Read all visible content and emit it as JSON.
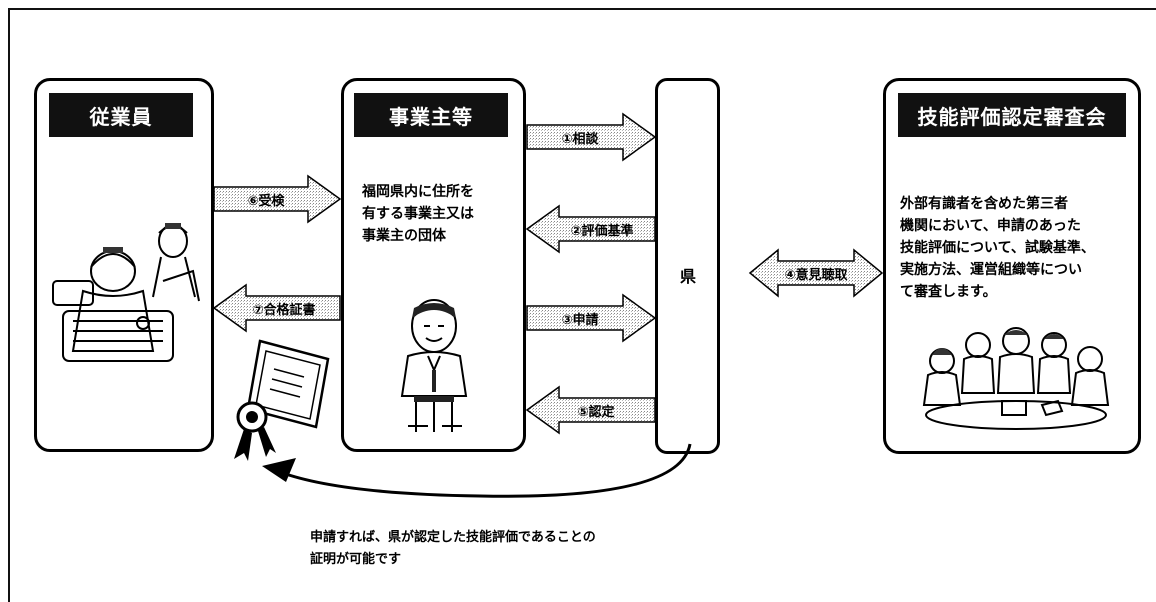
{
  "employee": {
    "title": "従業員"
  },
  "employer": {
    "title": "事業主等",
    "description": "福岡県内に住所を\n有する事業主又は\n事業主の団体"
  },
  "prefecture": {
    "label": "県"
  },
  "committee": {
    "title": "技能評価認定審査会",
    "description": "外部有識者を含めた第三者\n機関において、申請のあった\n技能評価について、試験基準、\n実施方法、運営組織等につい\nて審査します。"
  },
  "arrows": {
    "consult": "①相談",
    "criteria": "②評価基準",
    "apply": "③申請",
    "opinion": "④意見聴取",
    "certify": "⑤認定",
    "exam": "⑥受検",
    "certificate": "⑦合格証書"
  },
  "note": "申請すれば、県が認定した技能評価であることの\n証明が可能です",
  "icons": {
    "worker": "worker-illustration",
    "employer": "businessman-illustration",
    "diploma": "certificate-illustration",
    "meeting": "meeting-illustration"
  }
}
